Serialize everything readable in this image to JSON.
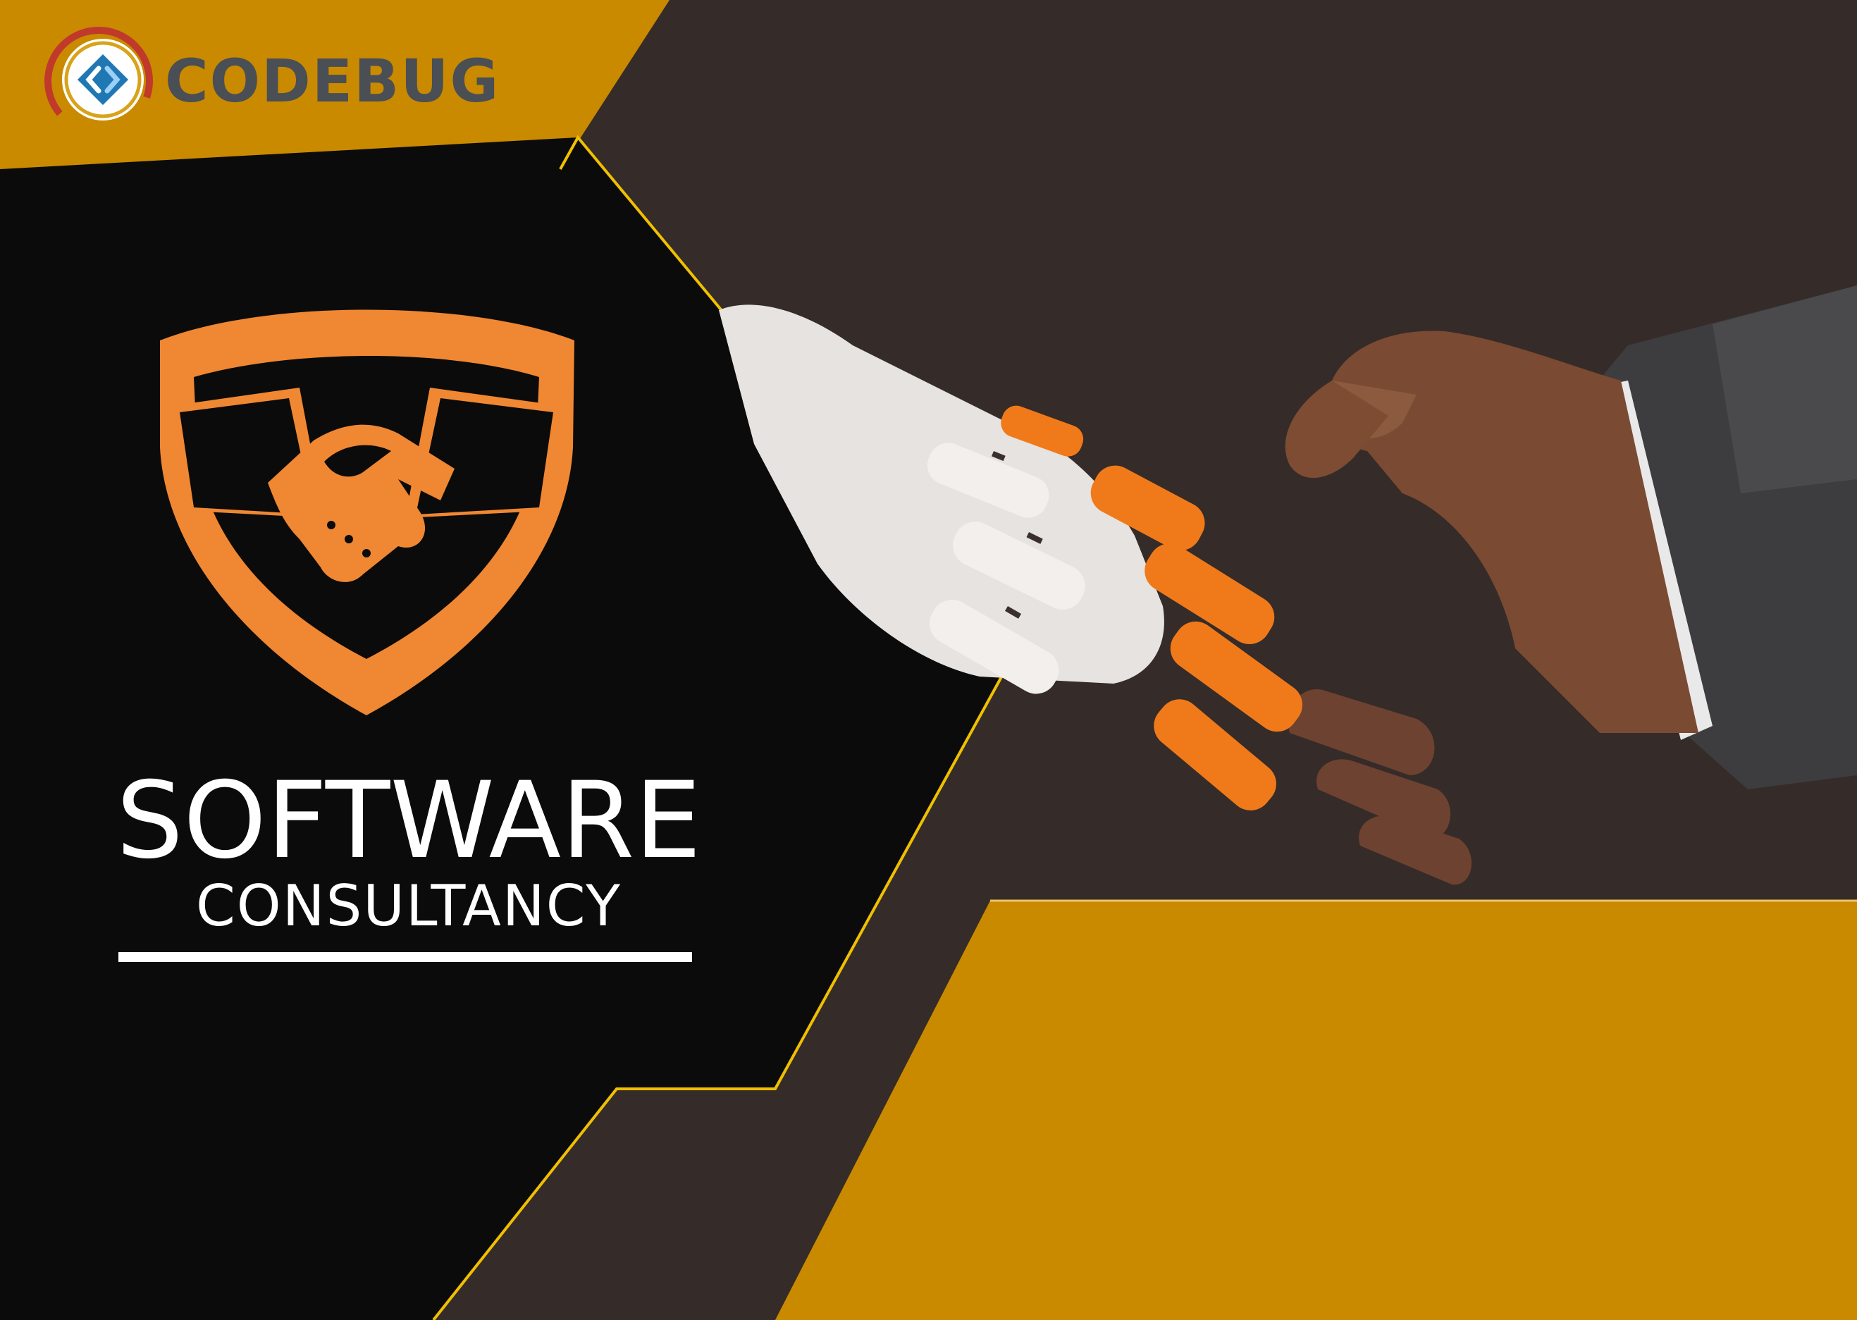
{
  "brand": {
    "name": "CODEBUG",
    "logo_icon": "code-brackets-swirl-icon"
  },
  "hero": {
    "title": "SOFTWARE",
    "subtitle": "CONSULTANCY",
    "emblem_icon": "shield-handshake-icon",
    "image": "robot-human-handshake"
  },
  "colors": {
    "gold": "#c98a00",
    "dark_panel": "#0c0b0b",
    "background": "#352b29",
    "emblem_orange": "#f08732",
    "outline_yellow": "#f0c000",
    "text_white": "#ffffff"
  }
}
